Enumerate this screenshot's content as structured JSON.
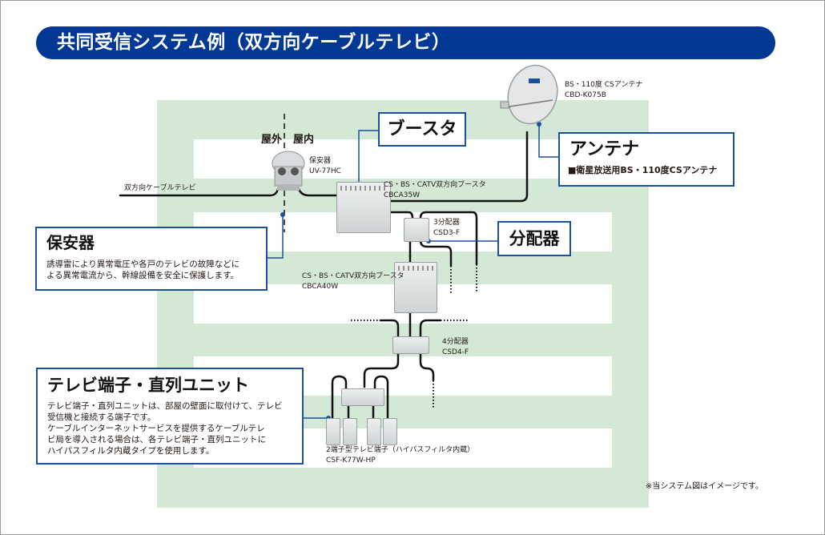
{
  "title": "共同受信システム例（双方向ケーブルテレビ）",
  "colors": {
    "accent": "#003893",
    "callout_border": "#1b4fa0",
    "building": "#d4e8d6",
    "wire": "#111111",
    "leader": "#1b4fa0"
  },
  "zones": {
    "outdoor": "屋外",
    "indoor": "屋内"
  },
  "cable_input_label": "双方向ケーブルテレビ",
  "devices": {
    "antenna": {
      "name": "BS・110度 CSアンテナ",
      "model": "CBD-K075B"
    },
    "protector": {
      "name": "保安器",
      "model": "UV-77HC"
    },
    "booster1": {
      "name": "CS・BS・CATV双方向ブースタ",
      "model": "CBCA35W"
    },
    "splitter3": {
      "name": "3分配器",
      "model": "CSD3-F"
    },
    "booster2": {
      "name": "CS・BS・CATV双方向ブースタ",
      "model": "CBCA40W"
    },
    "splitter4": {
      "name": "4分配器",
      "model": "CSD4-F"
    },
    "terminal": {
      "name": "2端子型テレビ端子（ハイパスフィルタ内蔵）",
      "model": "CSF-K77W-HP"
    }
  },
  "callouts": {
    "booster": {
      "title": "ブースタ"
    },
    "antenna": {
      "title": "アンテナ",
      "desc": "■衛星放送用BS・110度CSアンテナ"
    },
    "splitter": {
      "title": "分配器"
    },
    "protector": {
      "title": "保安器",
      "desc_lines": [
        "誘導雷により異常電圧や各戸のテレビの故障などに",
        "よる異常電流から、幹線設備を安全に保護します。"
      ]
    },
    "terminal": {
      "title": "テレビ端子・直列ユニット",
      "desc_lines": [
        "テレビ端子・直列ユニットは、部屋の壁面に取付けて、テレビ",
        "受信機と接続する端子です。",
        "ケーブルインターネットサービスを提供するケーブルテレ",
        "ビ局を導入される場合は、各テレビ端子・直列ユニットに",
        "ハイパスフィルタ内蔵タイプを使用します。"
      ]
    }
  },
  "note": "※当システム図はイメージです。"
}
